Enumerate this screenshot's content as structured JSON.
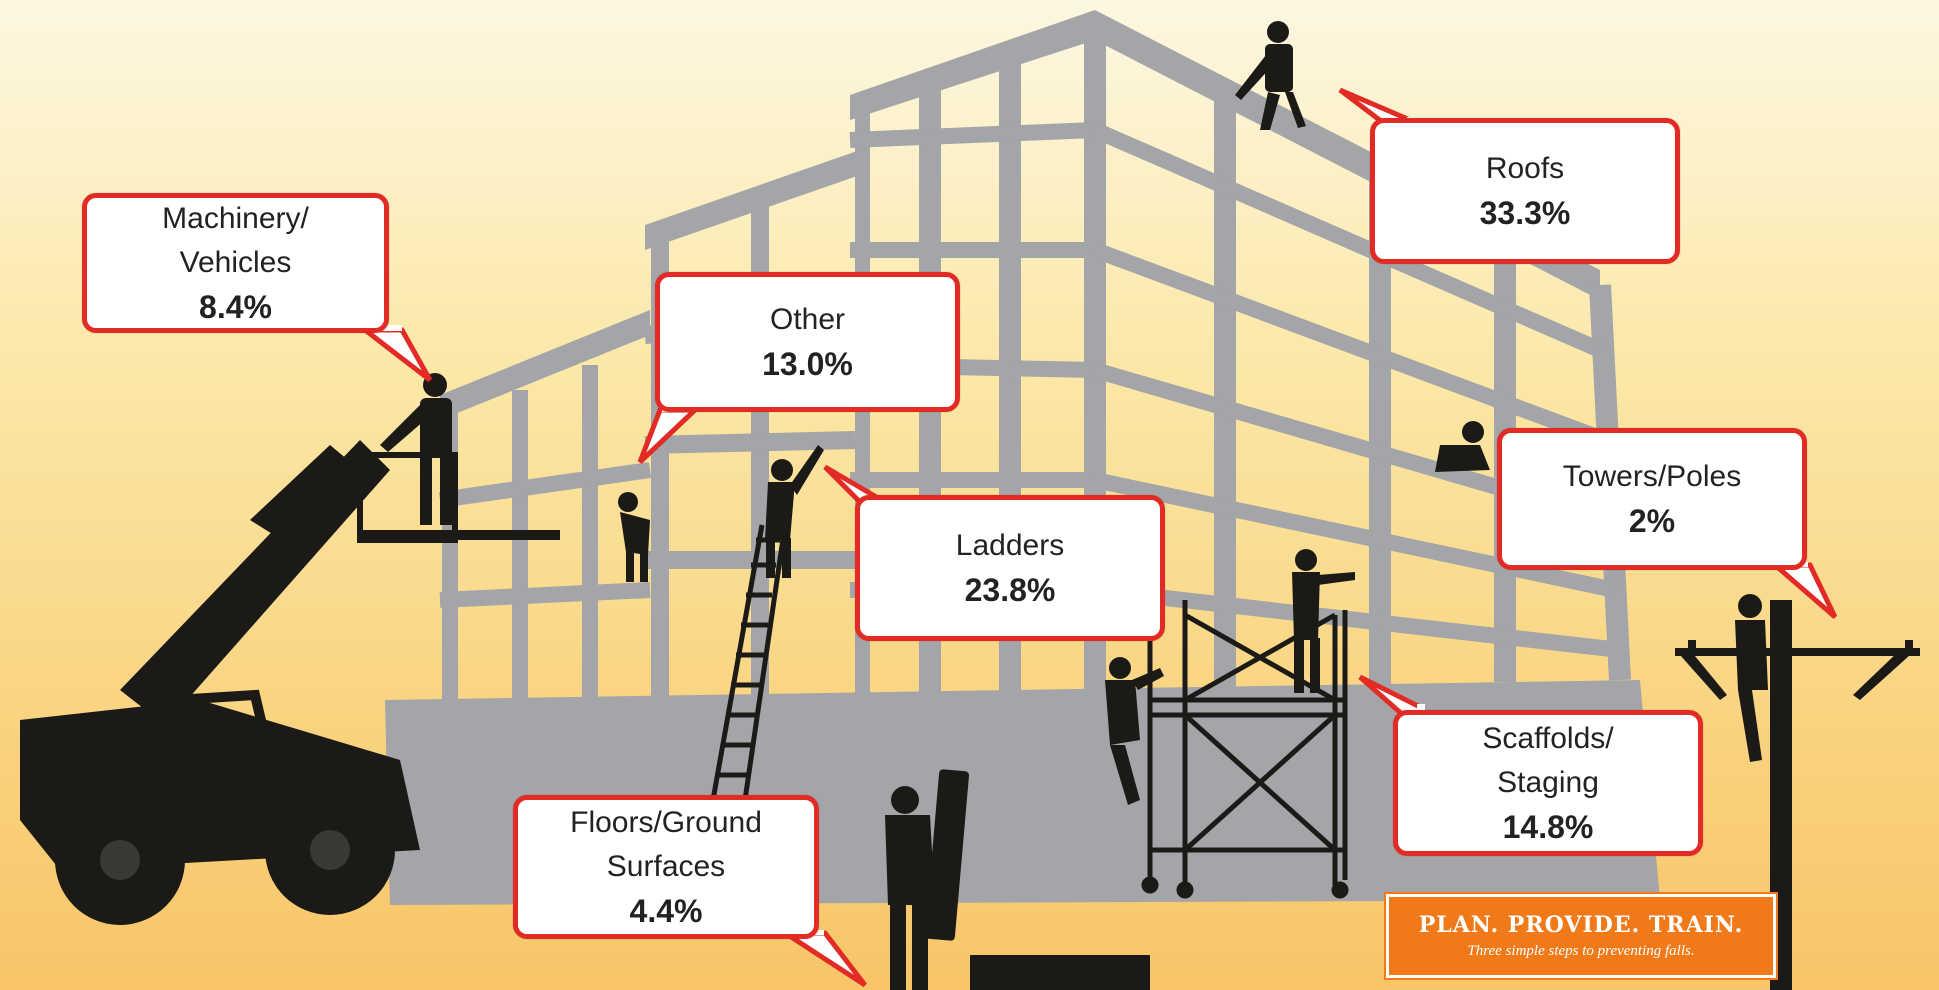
{
  "colors": {
    "background_top": "#fdf7e1",
    "background_bottom": "#f8c568",
    "building": "#a3a5a8",
    "silhouette": "#1b1a17",
    "callout_border": "#e32b26",
    "banner": "#f07a1a"
  },
  "callouts": {
    "machinery": {
      "label_line1": "Machinery/",
      "label_line2": "Vehicles",
      "percent": "8.4%"
    },
    "other": {
      "label_line1": "Other",
      "percent": "13.0%"
    },
    "roofs": {
      "label_line1": "Roofs",
      "percent": "33.3%"
    },
    "ladders": {
      "label_line1": "Ladders",
      "percent": "23.8%"
    },
    "towers": {
      "label_line1": "Towers/Poles",
      "percent": "2%"
    },
    "scaffolds": {
      "label_line1": "Scaffolds/",
      "label_line2": "Staging",
      "percent": "14.8%"
    },
    "floors": {
      "label_line1": "Floors/Ground",
      "label_line2": "Surfaces",
      "percent": "4.4%"
    }
  },
  "banner": {
    "title": "PLAN. PROVIDE. TRAIN.",
    "subtitle": "Three simple steps to preventing falls."
  },
  "icons": {
    "building": "building-frame-icon",
    "telehandler": "telehandler-icon",
    "ladder": "ladder-icon",
    "scaffold": "scaffold-icon",
    "utility_pole": "utility-pole-icon",
    "worker": "worker-silhouette-icon"
  }
}
